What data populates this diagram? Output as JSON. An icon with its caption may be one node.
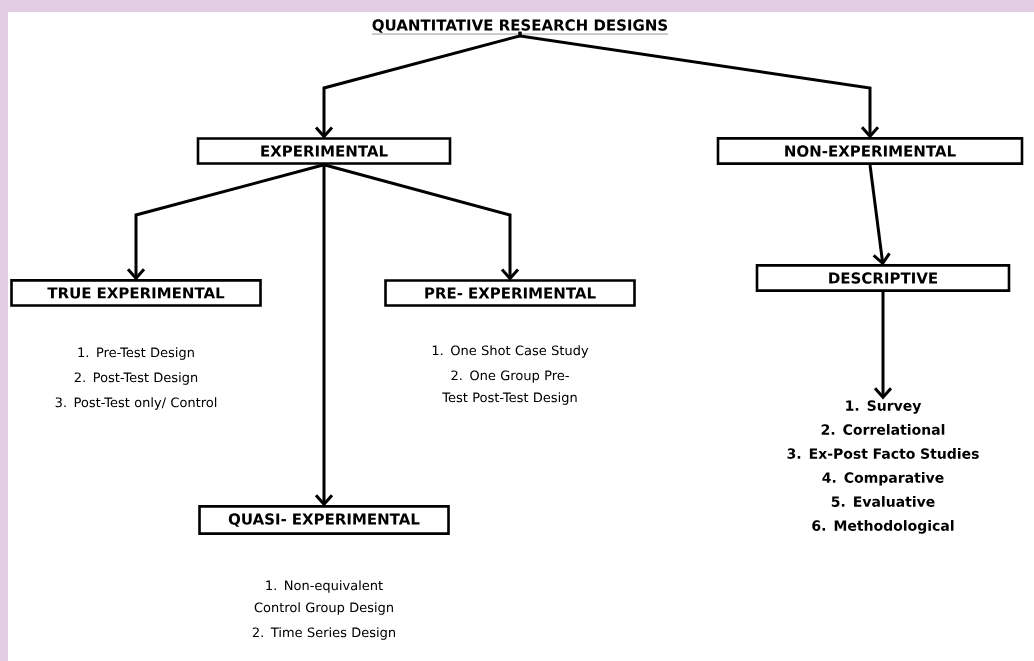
{
  "diagram": {
    "nodes": [
      {
        "text": [
          "QUANTITATIVE RESEARCH DESIGNS"
        ]
      },
      {
        "text": [
          "EXPERIMENTAL"
        ]
      },
      {
        "text": [
          "NON-EXPERIMENTAL"
        ]
      },
      {
        "text": [
          "TRUE EXPERIMENTAL"
        ],
        "beside": [
          "1. Pre-Test Design",
          "2. Post-Test Design",
          "3. Post-Test only/ Control"
        ]
      },
      {
        "text": [
          "PRE- EXPERIMENTAL"
        ],
        "beside": [
          "1. One Shot Case Study",
          "2. One Group Pre-Test Post-Test Design"
        ]
      },
      {
        "text": [
          "DESCRIPTIVE"
        ]
      },
      {
        "text": [
          "1. Survey",
          "2. Correlational",
          "3. Ex-Post Facto Studies",
          "4. Comparative",
          "5. Evaluative",
          "6. Methodological"
        ]
      },
      {
        "text": [
          "QUASI- EXPERIMENTAL"
        ],
        "beside": [
          "1. Non-equivalent Control Group Design",
          "2. Time Series Design"
        ]
      }
    ],
    "edges": [
      {
        "from": 0,
        "to": 1,
        "arrow": "to"
      },
      {
        "from": 0,
        "to": 2,
        "arrow": "to"
      },
      {
        "from": 1,
        "to": 3,
        "arrow": "to"
      },
      {
        "from": 1,
        "to": 4,
        "arrow": "to"
      },
      {
        "from": 1,
        "to": 7,
        "arrow": "to"
      },
      {
        "from": 2,
        "to": 5,
        "arrow": "to"
      },
      {
        "from": 5,
        "to": 6,
        "arrow": "to"
      }
    ]
  }
}
